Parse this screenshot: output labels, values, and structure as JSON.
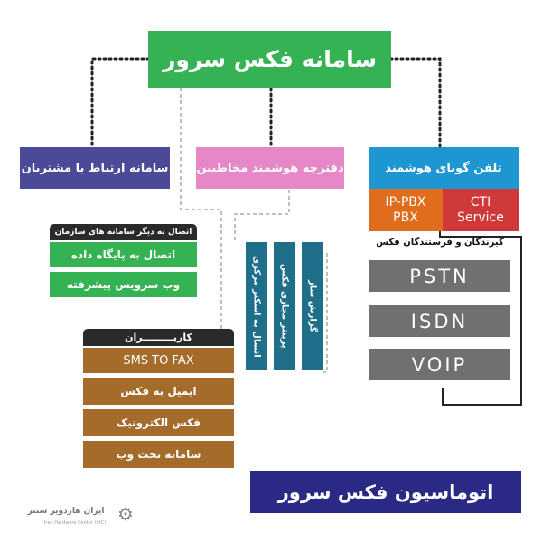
{
  "colors": {
    "green": "#35b253",
    "purple": "#4a4a96",
    "pink": "#e687c8",
    "blue": "#1e96d2",
    "orange": "#e06c1e",
    "red": "#d0393a",
    "gray": "#707070",
    "brown": "#a46b2a",
    "dark": "#2a2a2a",
    "teal": "#1f6f8a",
    "navy": "#2a2985"
  },
  "title": "سامانه فکس سرور",
  "branches": {
    "customer": "سامانه ارتباط با مشتریان",
    "contacts": "دفترچه هوشمند مخاطبین",
    "ivr": "تلفن گویای هوشمند"
  },
  "ivr_sub": {
    "ippbx": "IP-PBX\nPBX",
    "cti": "CTI\nService"
  },
  "org_systems": {
    "header": "اتصال به دیگر سامانه های سازمان",
    "items": [
      "اتصال به پایگاه داده",
      "وب سرویس پیشرفته"
    ]
  },
  "users": {
    "header": "کاربـــــــــران",
    "items": [
      "SMS TO FAX",
      "ایمیل به فکس",
      "فکس الکترونیک",
      "سامانه تحت وب"
    ]
  },
  "contact_features": [
    "اتصال به اسکنر مرکزی",
    "پرینتر مجازی فکس",
    "گزارش ساز"
  ],
  "senders": {
    "header": "گیرندگان و فرستندگان فکس",
    "items": [
      "PSTN",
      "ISDN",
      "VOIP"
    ]
  },
  "footer": "اتوماسیون فکس سرور",
  "logo": {
    "text": "ایران هاردویر سنتر",
    "subtext": "Iran Hardware Center (IHC)"
  }
}
